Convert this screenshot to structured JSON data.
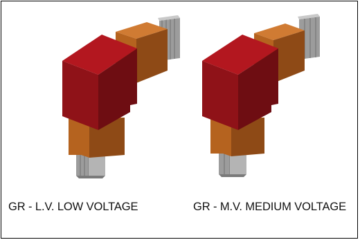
{
  "figures": [
    {
      "name": "lv",
      "caption": "GR - L.V. LOW VOLTAGE",
      "fins": 4
    },
    {
      "name": "mv",
      "caption": "GR - M.V. MEDIUM VOLTAGE",
      "fins": 3
    }
  ],
  "colors": {
    "red_front": "#8f1218",
    "red_top": "#b3171f",
    "red_side": "#6e0d12",
    "orange_front": "#b5631f",
    "orange_top": "#d07b33",
    "orange_side": "#8e4a16",
    "fin_light": "#b4b4b4",
    "fin_dark": "#8a8a8a",
    "border": "#000000"
  }
}
